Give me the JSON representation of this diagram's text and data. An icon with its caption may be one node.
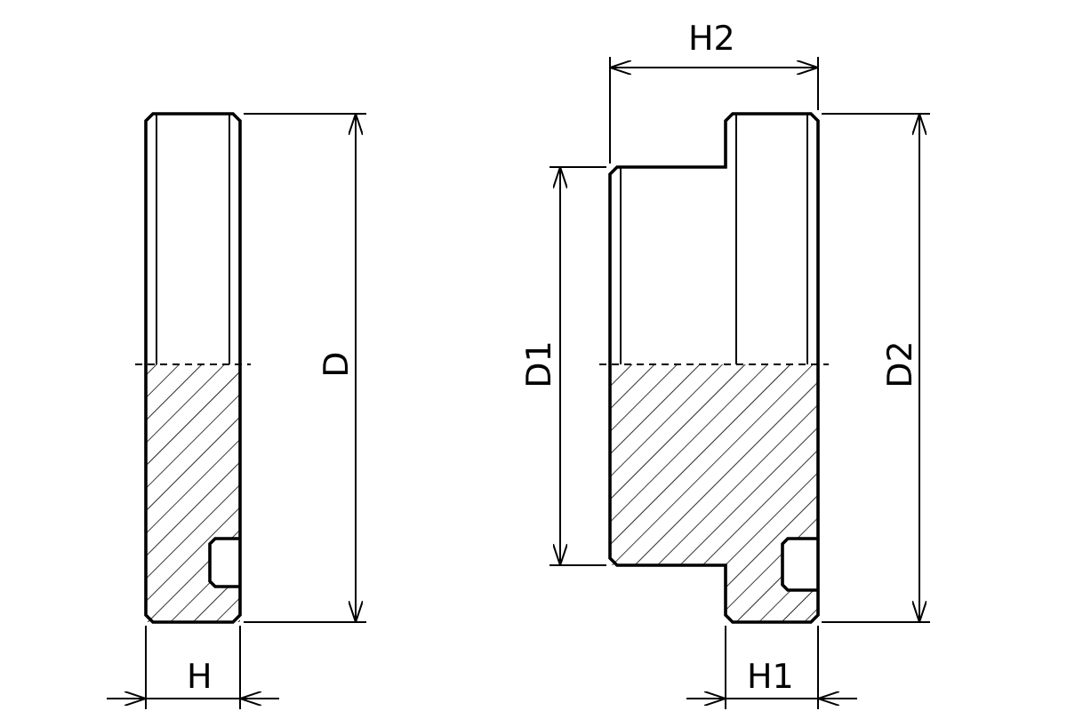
{
  "diagram": {
    "labels": [
      "H2",
      "D",
      "D1",
      "D2",
      "H",
      "H1"
    ]
  }
}
